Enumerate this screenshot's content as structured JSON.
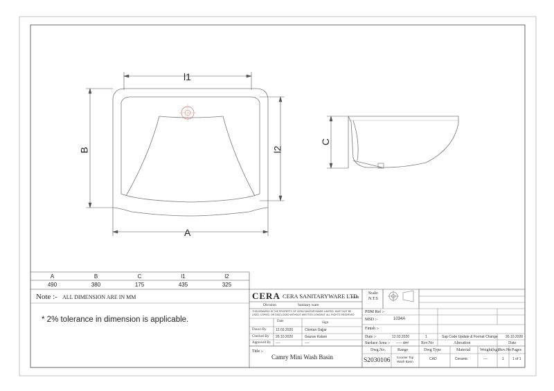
{
  "dimension_table": {
    "headers": [
      "A",
      "B",
      "C",
      "l1",
      "l2"
    ],
    "values": [
      "490",
      "380",
      "175",
      "435",
      "325"
    ]
  },
  "drawing_labels": {
    "width_top": "l1",
    "height_left": "B",
    "height_right": "l2",
    "width_bottom": "A",
    "side_height": "C"
  },
  "notes": {
    "note_label": "Note :-",
    "note_text": "ALL DIMENSION ARE IN MM",
    "tolerance": "* 2% tolerance in dimension is applicable."
  },
  "title_block": {
    "logo": "CERA",
    "company": "CERA SANITARYWARE LTD.",
    "company_suffix": "KADI",
    "division_label": "Division",
    "division_value": "Sanitary ware",
    "scale_label": "Scale:",
    "scale_value": "N.T.S",
    "disclaimer": "THIS DRAWING IS THE PROPERTY OF CERA SANITARYWARE LIMITED. MUST NOT BE USED, COPIED, OR DISCLOSED WITHOUT WRITTEN CONSENT. ALL RIGHTS RESERVED",
    "date_header": "Date",
    "sign_header": "Sign",
    "drawn_by_label": "Drawn By",
    "drawn_by_date": "12.03.2020",
    "drawn_by_name": "Chintan Gajjar",
    "checked_by_label": "Checked By",
    "checked_by_date": "26.10.2020",
    "checked_by_name": "Gaurav Kalare",
    "approved_by_label": "Approved By",
    "approved_by_date": "----",
    "approved_by_name": "----",
    "pdm_ref_label": "PDM Ref :-",
    "msd_label": "MSD :-",
    "msd_value": "1034A",
    "finish_label": "Finish :-",
    "date_label": "Date :-",
    "date_value": "12.03.2020",
    "rev_value": "1",
    "alteration_value": "Sap Code Update & Format Change",
    "alteration_date": "26.10.2020",
    "surface_area_label": "Surface Area :-",
    "surface_area_value": "----- dm²",
    "rev_no_label": "Rev.No",
    "alteration_label": "Alteration",
    "alteration_date_label": "Date",
    "title_label": "Title :-",
    "title_value": "Camry Mini Wash Basin",
    "dwg_no_label": "Dwg.No.",
    "dwg_no_value": "S2030106",
    "range_label": "Range",
    "range_value": "Counter Top Wash Basin",
    "dwg_type_label": "Dwg Type",
    "dwg_type_value": "CAD",
    "material_label": "Material",
    "material_value": "Ceramic",
    "weight_label": "Weight(kg)",
    "weight_value": "----",
    "rev_no2_label": "Rev.No",
    "rev_no2_value": "1",
    "pages_label": "Pages",
    "pages_value": "1 of 1"
  }
}
